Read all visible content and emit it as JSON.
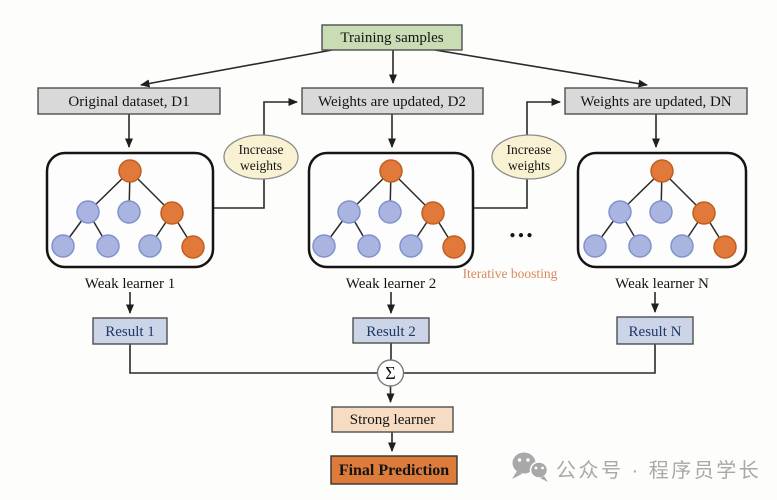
{
  "colors": {
    "bg": "#fdfdfb",
    "line": "#2a2a2a",
    "box-green-fill": "#c8ddb4",
    "box-gray-fill": "#d9d9d9",
    "box-border": "#4f4f4f",
    "ellipse-fill": "#f8f2d3",
    "ellipse-border": "#8c8c8c",
    "result-fill": "#ccd4e8",
    "result-text": "#1f3864",
    "peach-fill": "#f6dcc3",
    "orange-fill": "#dd7b3b",
    "node-orange": "#e0793a",
    "node-orange-border": "#c05f1f",
    "node-blue": "#a9b5e0",
    "node-blue-border": "#8092cb",
    "learner-border": "#141414",
    "text": "#141414",
    "iterative-text": "#d9895e",
    "watermark": "#a8a8a8"
  },
  "flow": {
    "training_samples": "Training samples",
    "dataset_1": "Original dataset, D1",
    "dataset_2": "Weights are updated, D2",
    "dataset_n": "Weights are updated, DN",
    "increase_weights": {
      "line1": "Increase",
      "line2": "weights"
    },
    "weak_learner_1": "Weak learner 1",
    "weak_learner_2": "Weak learner 2",
    "weak_learner_n": "Weak learner N",
    "iterative_boosting": "Iterative boosting",
    "ellipsis": "...",
    "result_1": "Result 1",
    "result_2": "Result 2",
    "result_n": "Result N",
    "sum_symbol": "Σ",
    "strong_learner": "Strong learner",
    "final_prediction": "Final Prediction"
  },
  "watermark": {
    "text": "公众号 · 程序员学长"
  }
}
